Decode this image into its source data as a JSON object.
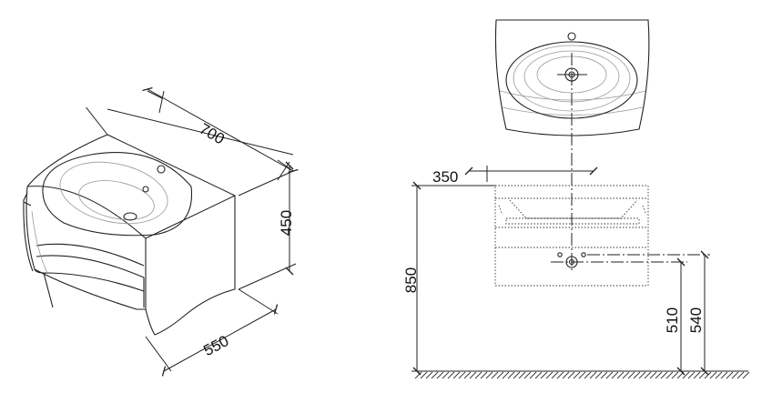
{
  "dimensions": {
    "width": "700",
    "height": "450",
    "depth": "550",
    "drain_offset": "350",
    "basin_height": "850",
    "waste_height_low": "510",
    "waste_height_high": "540"
  }
}
